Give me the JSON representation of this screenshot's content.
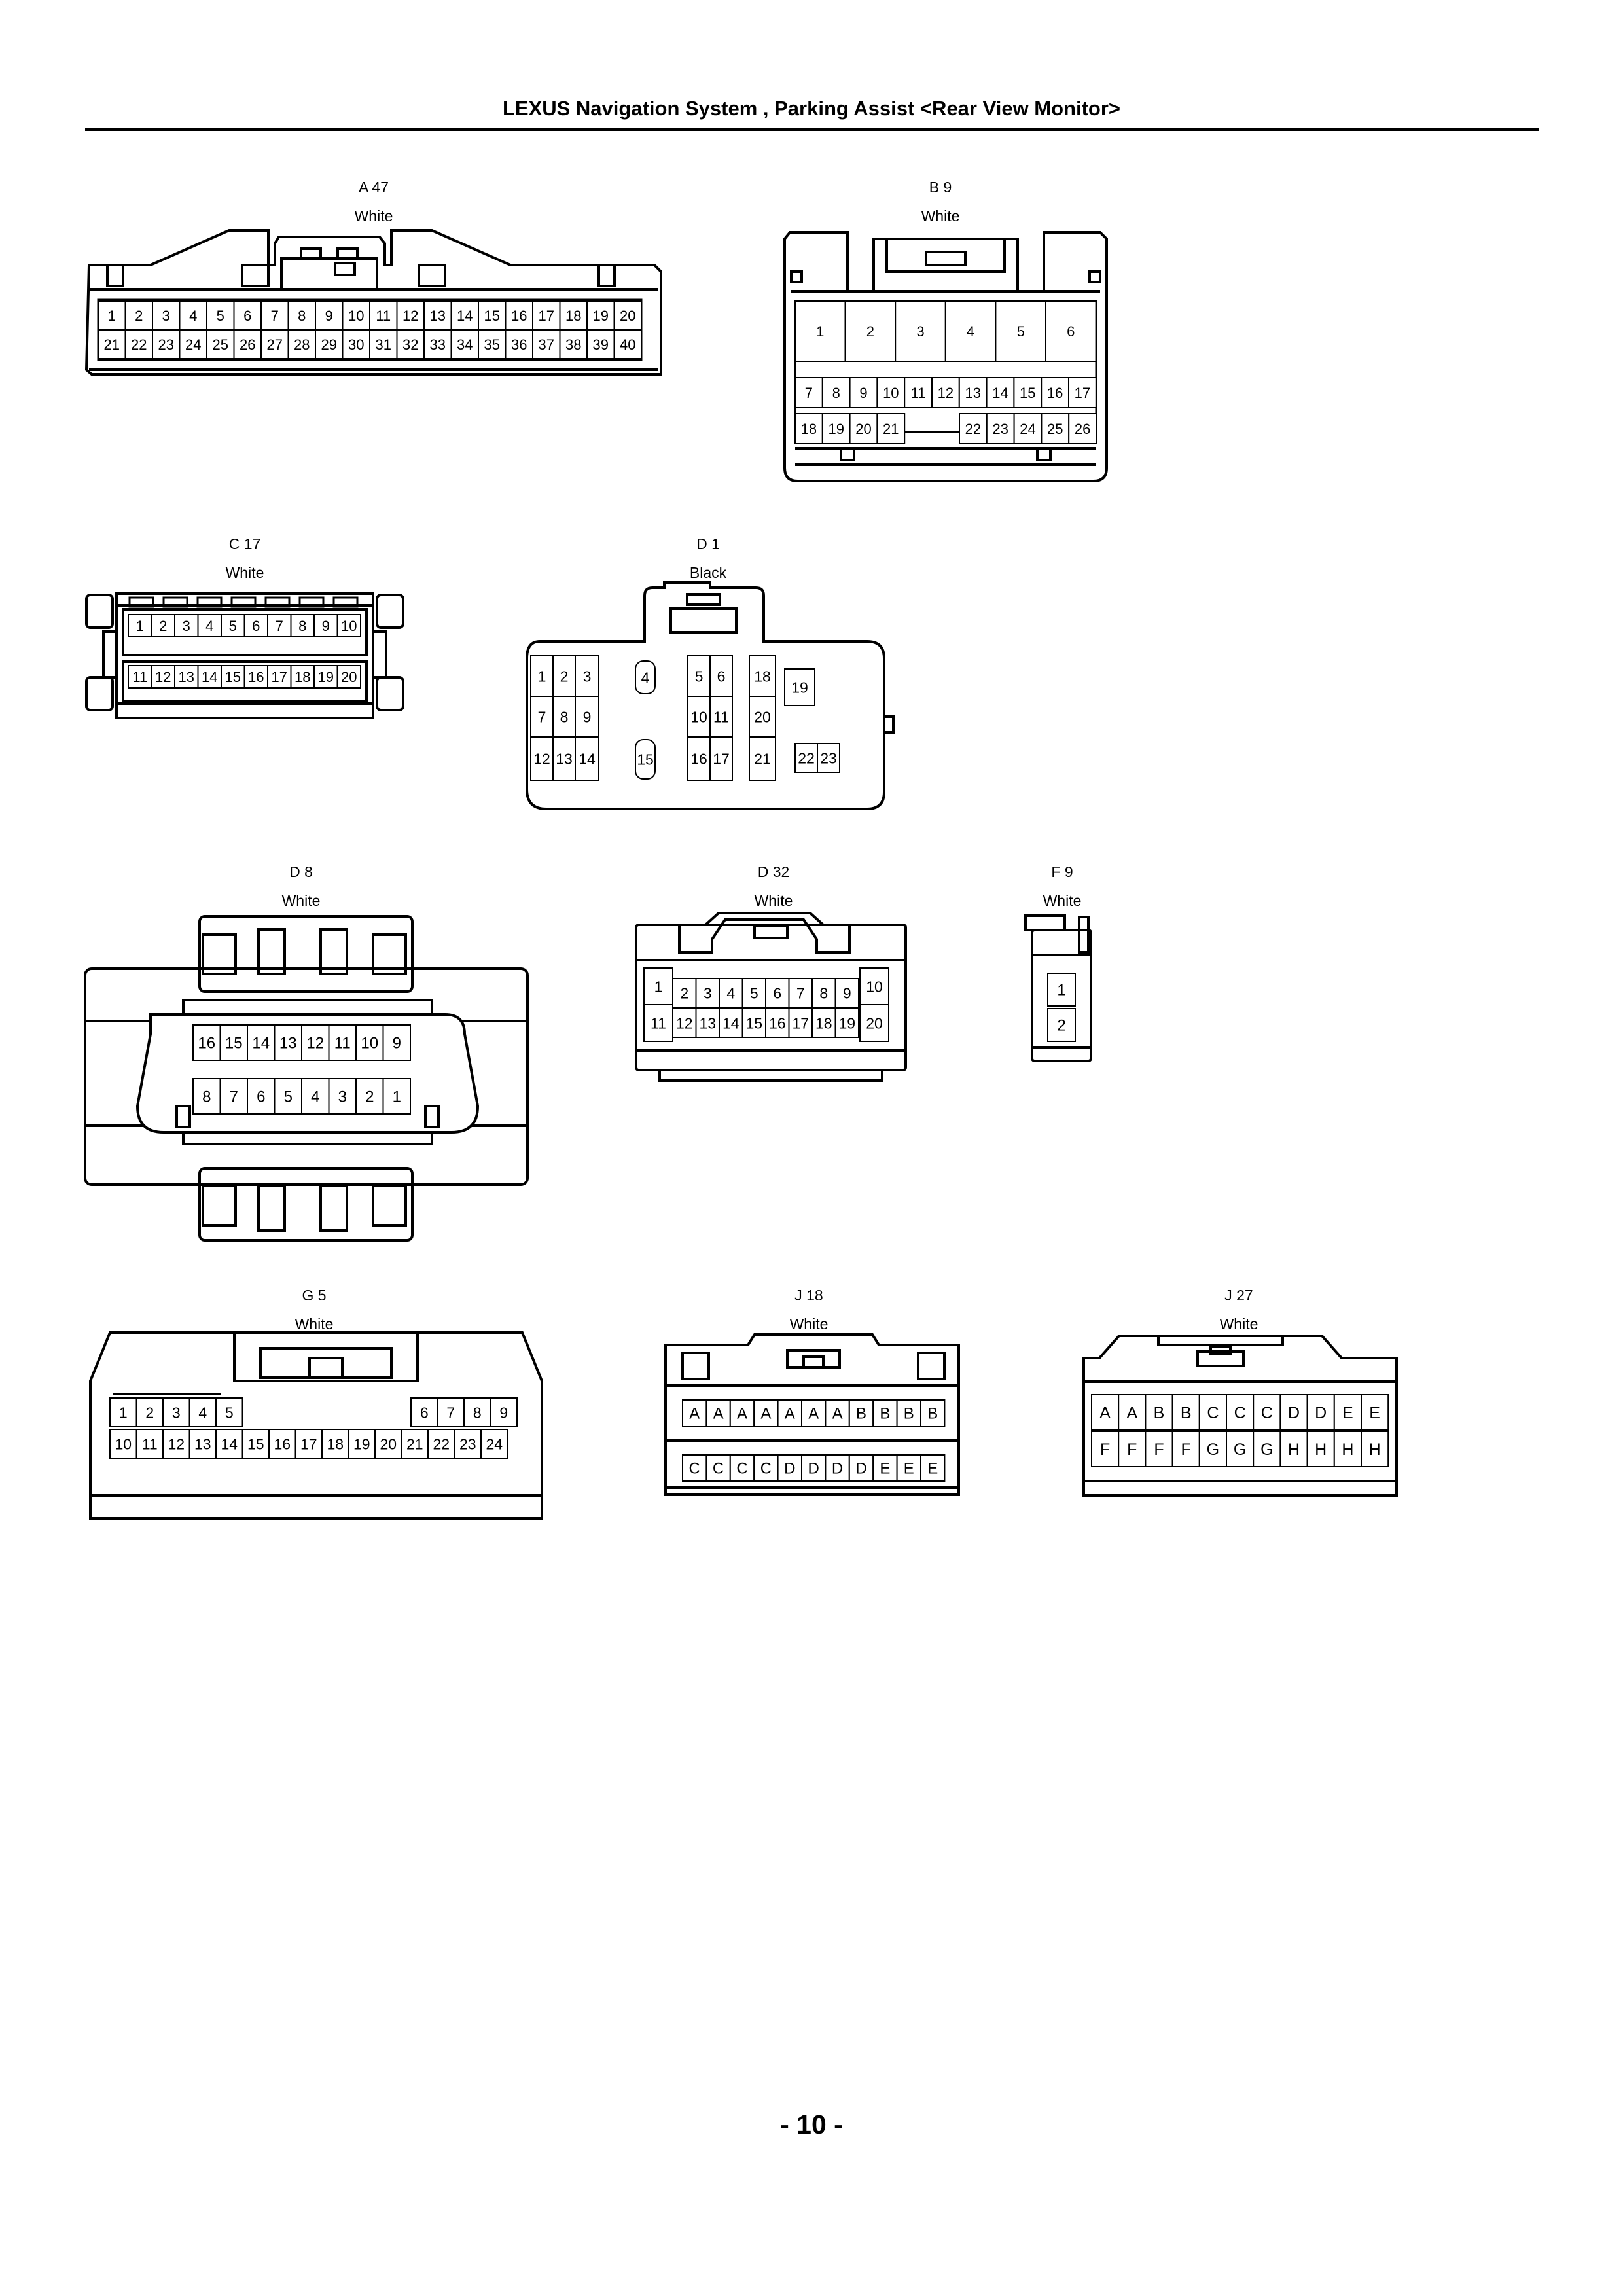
{
  "header": {
    "title": "LEXUS Navigation System , Parking Assist <Rear View Monitor>"
  },
  "footer": {
    "page_number": "- 10 -"
  },
  "connectors": {
    "a47": {
      "code": "A 47",
      "color": "White",
      "row1": [
        "1",
        "2",
        "3",
        "4",
        "5",
        "6",
        "7",
        "8",
        "9",
        "10",
        "11",
        "12",
        "13",
        "14",
        "15",
        "16",
        "17",
        "18",
        "19",
        "20"
      ],
      "row2": [
        "21",
        "22",
        "23",
        "24",
        "25",
        "26",
        "27",
        "28",
        "29",
        "30",
        "31",
        "32",
        "33",
        "34",
        "35",
        "36",
        "37",
        "38",
        "39",
        "40"
      ]
    },
    "b9": {
      "code": "B 9",
      "color": "White",
      "row1": [
        "1",
        "2",
        "3",
        "4",
        "5",
        "6"
      ],
      "row2": [
        "7",
        "8",
        "9",
        "10",
        "11",
        "12",
        "13",
        "14",
        "15",
        "16",
        "17"
      ],
      "row3a": [
        "18",
        "19",
        "20",
        "21"
      ],
      "row3b": [
        "22",
        "23",
        "24",
        "25",
        "26"
      ]
    },
    "c17": {
      "code": "C 17",
      "color": "White",
      "row1": [
        "1",
        "2",
        "3",
        "4",
        "5",
        "6",
        "7",
        "8",
        "9",
        "10"
      ],
      "row2": [
        "11",
        "12",
        "13",
        "14",
        "15",
        "16",
        "17",
        "18",
        "19",
        "20"
      ]
    },
    "d1": {
      "code": "D 1",
      "color": "Black",
      "pins": [
        "1",
        "2",
        "3",
        "4",
        "5",
        "6",
        "18",
        "19",
        "7",
        "8",
        "9",
        "10",
        "11",
        "20",
        "12",
        "13",
        "14",
        "15",
        "16",
        "17",
        "21",
        "22",
        "23"
      ]
    },
    "d8": {
      "code": "D 8",
      "color": "White",
      "row1": [
        "16",
        "15",
        "14",
        "13",
        "12",
        "11",
        "10",
        "9"
      ],
      "row2": [
        "8",
        "7",
        "6",
        "5",
        "4",
        "3",
        "2",
        "1"
      ]
    },
    "d32": {
      "code": "D 32",
      "color": "White",
      "left": [
        "1",
        "11"
      ],
      "row1": [
        "2",
        "3",
        "4",
        "5",
        "6",
        "7",
        "8",
        "9"
      ],
      "row2": [
        "12",
        "13",
        "14",
        "15",
        "16",
        "17",
        "18",
        "19"
      ],
      "right": [
        "10",
        "20"
      ]
    },
    "f9": {
      "code": "F 9",
      "color": "White",
      "pins": [
        "1",
        "2"
      ]
    },
    "g5": {
      "code": "G 5",
      "color": "White",
      "row1a": [
        "1",
        "2",
        "3",
        "4",
        "5"
      ],
      "row1b": [
        "6",
        "7",
        "8",
        "9"
      ],
      "row2": [
        "10",
        "11",
        "12",
        "13",
        "14",
        "15",
        "16",
        "17",
        "18",
        "19",
        "20",
        "21",
        "22",
        "23",
        "24"
      ]
    },
    "j18": {
      "code": "J 18",
      "color": "White",
      "row1": [
        "A",
        "A",
        "A",
        "A",
        "A",
        "A",
        "A",
        "B",
        "B",
        "B",
        "B"
      ],
      "row2": [
        "C",
        "C",
        "C",
        "C",
        "D",
        "D",
        "D",
        "D",
        "E",
        "E",
        "E"
      ]
    },
    "j27": {
      "code": "J 27",
      "color": "White",
      "row1": [
        "A",
        "A",
        "B",
        "B",
        "C",
        "C",
        "C",
        "D",
        "D",
        "E",
        "E"
      ],
      "row2": [
        "F",
        "F",
        "F",
        "F",
        "G",
        "G",
        "G",
        "H",
        "H",
        "H",
        "H"
      ]
    }
  }
}
